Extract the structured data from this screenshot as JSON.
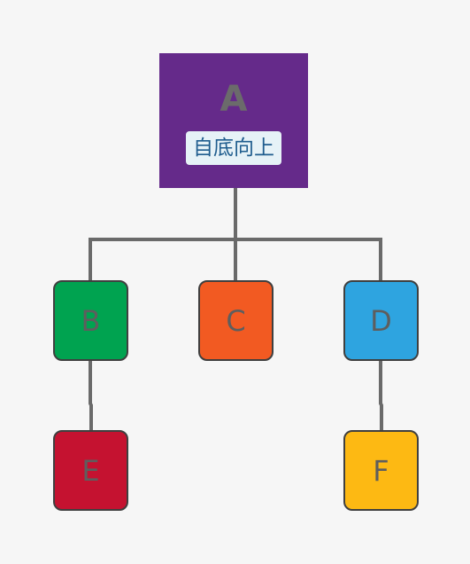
{
  "nodes": {
    "a": {
      "label": "A",
      "tag": "自底向上",
      "color": "#652a8a"
    },
    "b": {
      "label": "B",
      "color": "#00a350"
    },
    "c": {
      "label": "C",
      "color": "#f25a22"
    },
    "d": {
      "label": "D",
      "color": "#2ea4e0"
    },
    "e": {
      "label": "E",
      "color": "#c51230"
    },
    "f": {
      "label": "F",
      "color": "#fdb913"
    }
  },
  "edges": [
    {
      "from": "A",
      "to": "B"
    },
    {
      "from": "A",
      "to": "C"
    },
    {
      "from": "A",
      "to": "D"
    },
    {
      "from": "B",
      "to": "E"
    },
    {
      "from": "D",
      "to": "F"
    }
  ],
  "connector_color": "#6a6a6a"
}
